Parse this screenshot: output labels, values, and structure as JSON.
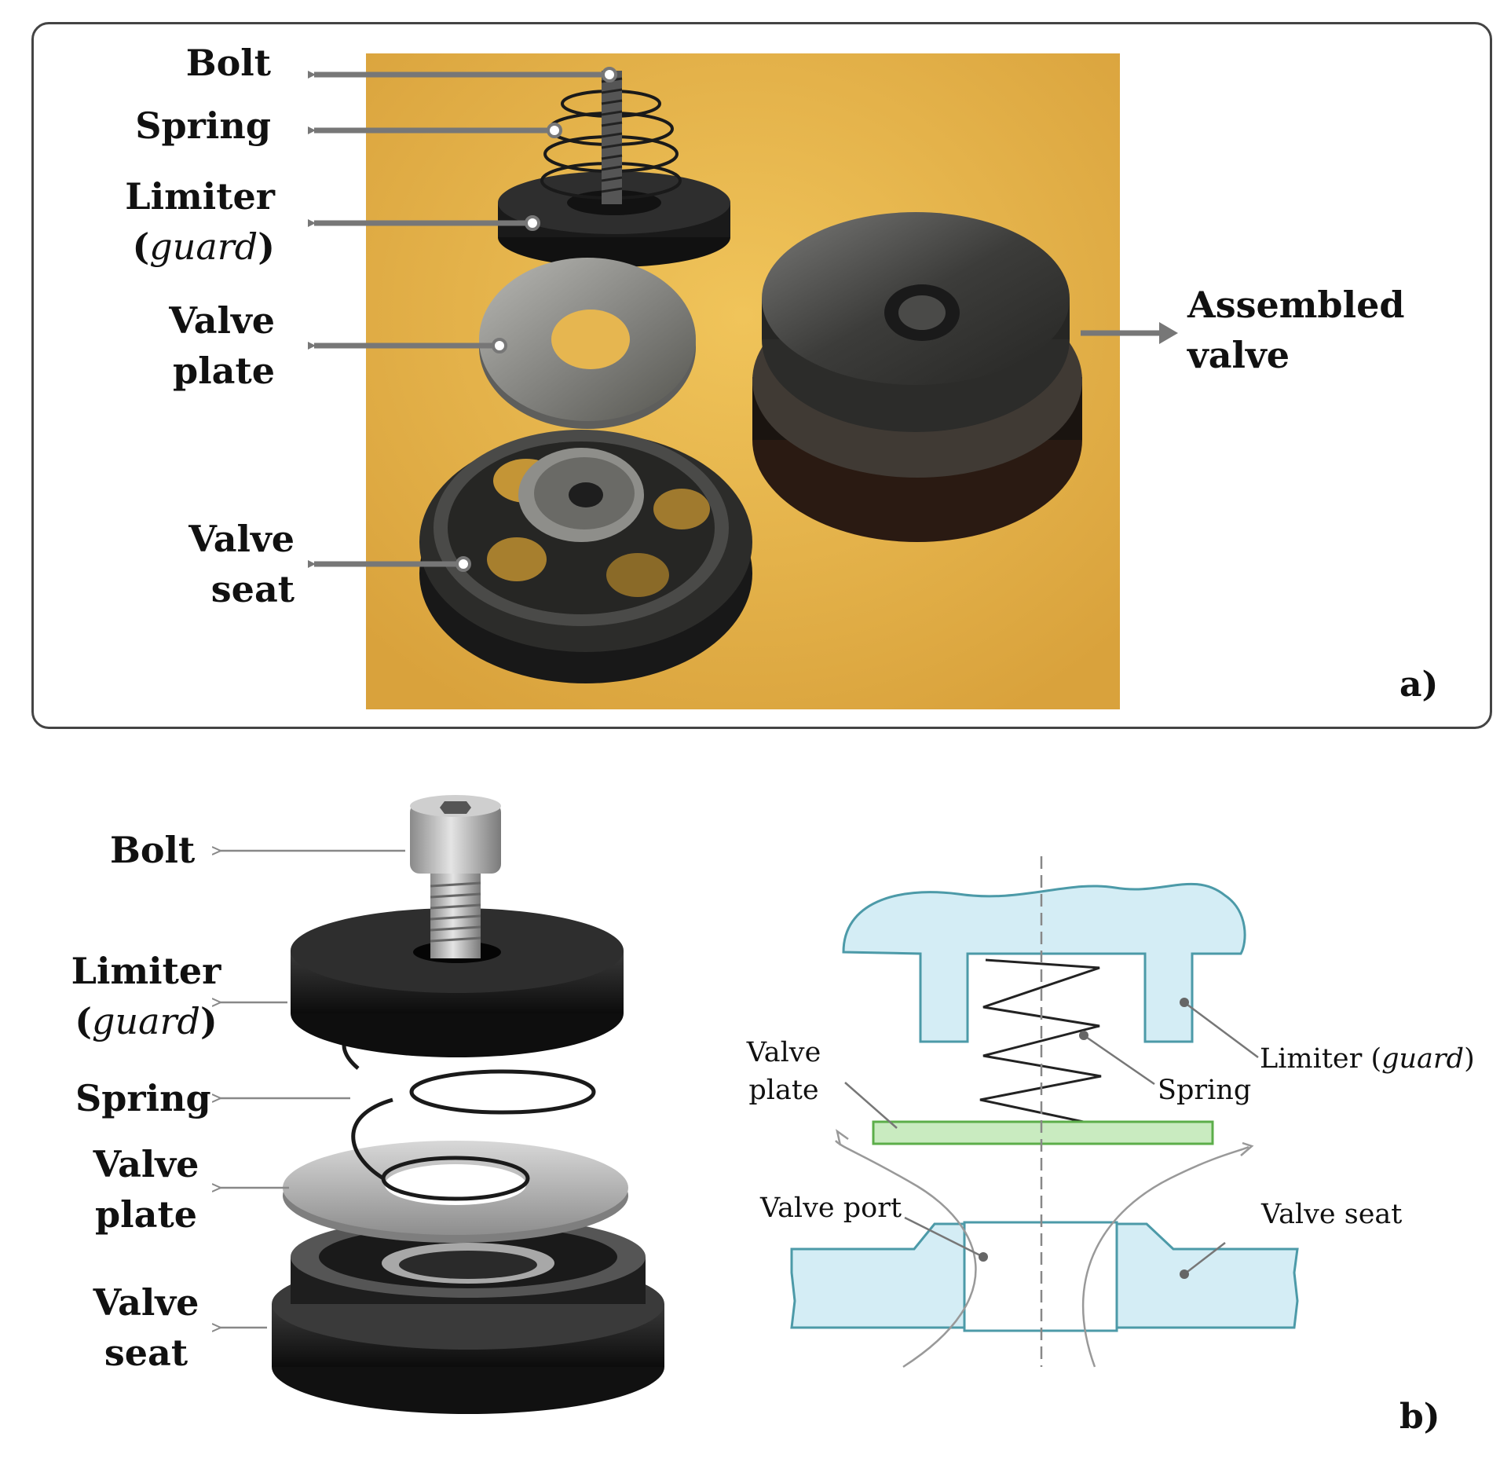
{
  "panel_a": {
    "id": "a)",
    "labels": {
      "bolt": "Bolt",
      "spring": "Spring",
      "limiter": "Limiter",
      "guard_open": "(",
      "guard": "guard",
      "guard_close": ")",
      "valve_plate_1": "Valve",
      "valve_plate_2": "plate",
      "valve_seat_1": "Valve",
      "valve_seat_2": "seat",
      "assembled_1": "Assembled",
      "assembled_2": "valve"
    }
  },
  "panel_b": {
    "id": "b)",
    "labels": {
      "bolt": "Bolt",
      "limiter": "Limiter",
      "guard_open": "(",
      "guard": "guard",
      "guard_close": ")",
      "spring": "Spring",
      "valve_plate_1": "Valve",
      "valve_plate_2": "plate",
      "valve_seat_1": "Valve",
      "valve_seat_2": "seat"
    },
    "schematic": {
      "valve_plate_1": "Valve",
      "valve_plate_2": "plate",
      "spring": "Spring",
      "limiter_prefix": "Limiter (",
      "guard": "guard",
      "limiter_suffix": ")",
      "valve_port": "Valve port",
      "valve_seat": "Valve seat"
    }
  },
  "colors": {
    "photo_background": "#e8b548",
    "metal_dark": "#2a2a2a",
    "metal_light": "#9a9a9a",
    "schematic_blue": "#d4edf5",
    "schematic_blue_stroke": "#4c9aa8",
    "schematic_green": "#c9ebc0",
    "arrow_gray": "#777777"
  }
}
